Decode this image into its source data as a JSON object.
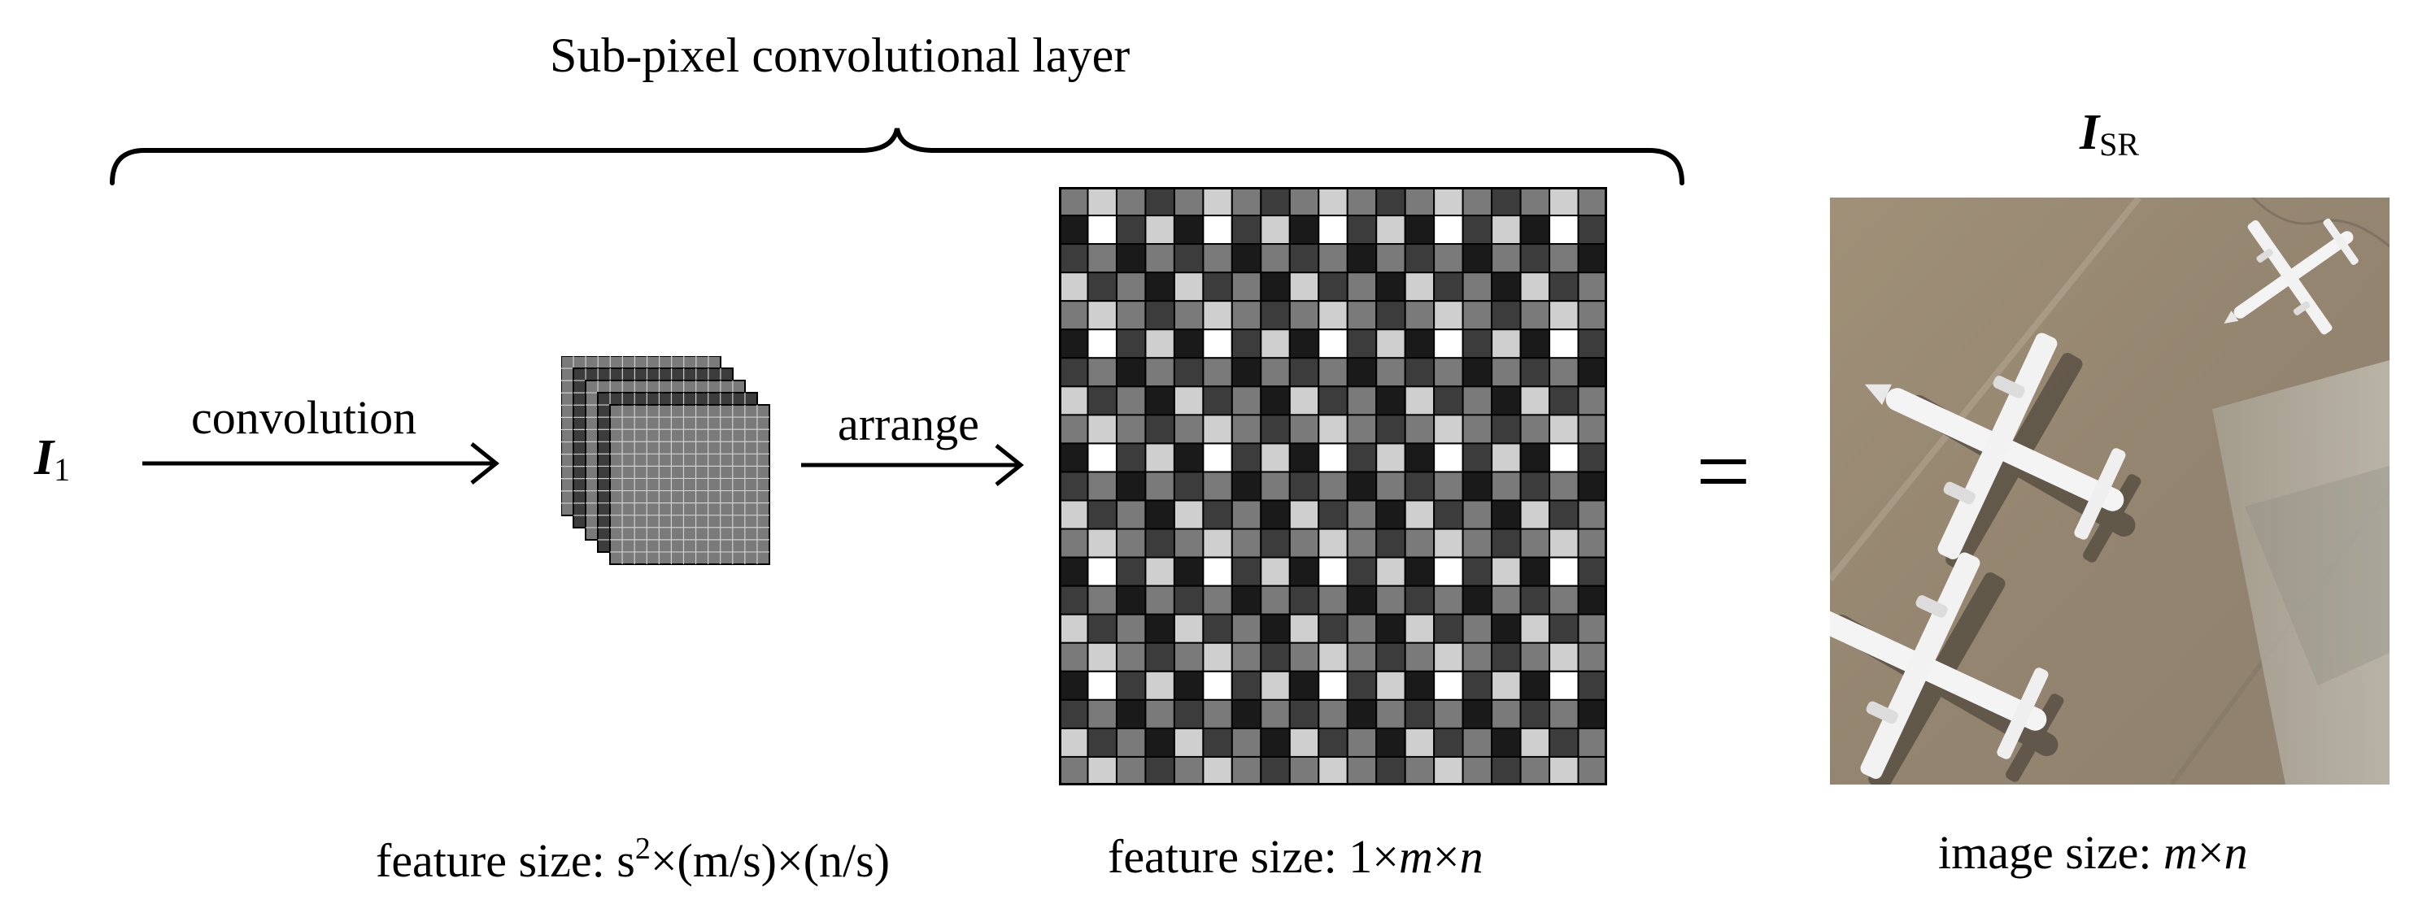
{
  "bracket_label": "Sub-pixel convolutional layer",
  "input": {
    "symbol": "I",
    "subscript": "1"
  },
  "output": {
    "symbol": "I",
    "subscript": "SR"
  },
  "step1_label": "convolution",
  "step2_label": "arrange",
  "equals_sign": "=",
  "caption_left": {
    "prefix": "feature size: s",
    "superscript": "2",
    "suffix": "×(m/s)×(n/s)"
  },
  "caption_mid": {
    "prefix": "feature size: 1×",
    "m": "m",
    "times": "×",
    "n": "n"
  },
  "caption_right": {
    "prefix": "image size: ",
    "m": "m",
    "times": "×",
    "n": "n"
  },
  "colors": {
    "ink": "#000000",
    "grid_black": "#1a1a1a",
    "grid_dark": "#3c3c3c",
    "grid_mid": "#7a7a7a",
    "grid_light": "#cfcfcf",
    "grid_white": "#ffffff",
    "tarmac": "#9a8c78",
    "apron": "#b9b4a8",
    "aircraft": "#f4f4f4"
  },
  "icons": {
    "feature_stack": "stacked-feature-maps-icon",
    "rearranged_grid": "pixel-shuffle-grid-icon",
    "output_image": "aerial-airport-aircraft-image"
  }
}
